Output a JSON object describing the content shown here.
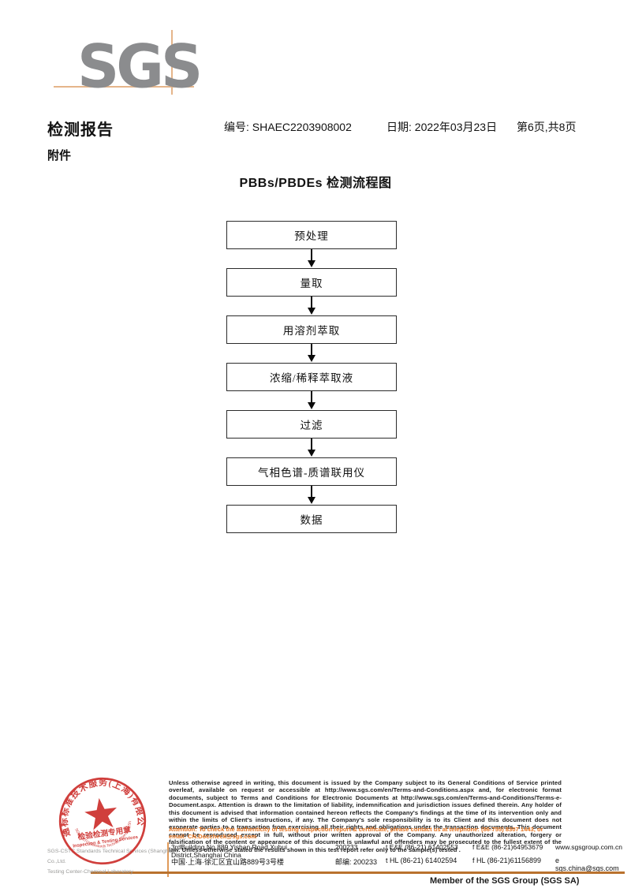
{
  "header": {
    "logo_text": "SGS",
    "report_title": "检测报告",
    "report_no_label": "编号: ",
    "report_no": "SHAEC2203908002",
    "date_label": "日期: ",
    "date": "2022年03月23日",
    "page_info": "第6页,共8页",
    "attachment_label": "附件"
  },
  "flowchart": {
    "title": "PBBs/PBDEs 检测流程图",
    "steps": [
      "预处理",
      "量取",
      "用溶剂萃取",
      "浓缩/稀释萃取液",
      "过滤",
      "气相色谱-质谱联用仪",
      "数据"
    ]
  },
  "footer": {
    "disclaimer": "Unless otherwise agreed in writing, this document is issued by the Company subject to its General Conditions of Service printed overleaf, available on request or accessible at http://www.sgs.com/en/Terms-and-Conditions.aspx and, for electronic format documents, subject to Terms and Conditions for Electronic Documents at http://www.sgs.com/en/Terms-and-Conditions/Terms-e-Document.aspx. Attention is drawn to the limitation of liability, indemnification and jurisdiction issues defined therein. Any holder of this document is advised that information contained hereon reflects the Company's findings at the time of its intervention only and within the limits of Client's instructions, if any. The Company's sole responsibility is to its Client and this document does not exonerate parties to a transaction from exercising all their rights and obligations under the transaction documents. This document cannot be reproduced except in full, without prior written approval of the Company. Any unauthorized alteration, forgery or falsification of the content or appearance of this document is unlawful and offenders may be prosecuted to the fullest extent of the law. Unless otherwise stated the results shown in this test report refer only to the sample(s) tested .",
    "attention": "Attention: To check the authenticity of testing /inspection report & certificate, please contact us at telephone: (86-755) 8307 1443, or email: CN.Doccheck@sgs.com",
    "address_rows": [
      {
        "addr": "3rdBuilding,No.889 Yishan Road Xuhui District,Shanghai China",
        "zip": "200233",
        "tel": "t E&E (86-21) 61402553",
        "fax": "f E&E (86-21)64953679",
        "net": "www.sgsgroup.com.cn"
      },
      {
        "addr": "中国·上海·徐汇区宜山路889号3号楼",
        "zip": "邮编: 200233",
        "tel": "t HL (86-21) 61402594",
        "fax": "f HL (86-21)61156899",
        "net": "e sgs.china@sgs.com"
      }
    ],
    "company_line1": "SGS-CSTC Standards Technical Services (Shanghai) Co.,Ltd.",
    "company_line2": "Testing Center-Chemical Laboratory",
    "member_text": "Member of the SGS Group (SGS SA)",
    "stamp": {
      "ring_text": "通标标准技术服务(上海)有限公司",
      "center_line1": "检验检测专用章",
      "center_line2": "Inspection & Testing Services",
      "bottom_arc_text": "SGS-CSTC Standards Technical Services(Shanghai) Co.,Ltd."
    }
  },
  "colors": {
    "logo_gray": "#8b8c8e",
    "crosshair_orange": "#e5b58a",
    "attention_orange": "#e87722",
    "footer_line_orange": "#b9722e",
    "stamp_red": "#cd2f2c"
  }
}
